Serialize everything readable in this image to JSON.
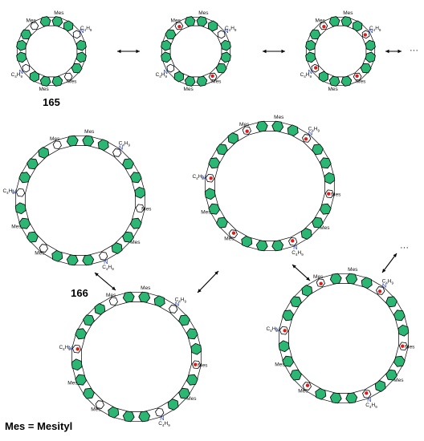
{
  "labels": {
    "mes": "Mes",
    "nitrogen": "N",
    "butyl": "C4H9",
    "ellipsis": "···",
    "compound_165": "165",
    "compound_166": "166",
    "legend": "Mes = Mesityl"
  },
  "colors": {
    "ring_fill": "#2bb673",
    "bond": "#000000",
    "nitrogen_text": "#1f3fbf",
    "radical_dot": "#e11919",
    "text": "#111111"
  },
  "structures": [
    {
      "name": "macrocycle-165-closed-shell",
      "units": 4,
      "radicals": 0
    },
    {
      "name": "macrocycle-165-diradical",
      "units": 4,
      "radicals": 2
    },
    {
      "name": "macrocycle-165-tetraradical",
      "units": 4,
      "radicals": 4
    },
    {
      "name": "macrocycle-166-closed-shell",
      "units": 6,
      "radicals": 0
    },
    {
      "name": "macrocycle-166-hexaradical",
      "units": 6,
      "radicals": 6
    },
    {
      "name": "macrocycle-166-diradical",
      "units": 6,
      "radicals": 2
    },
    {
      "name": "macrocycle-166-polyradical",
      "units": 6,
      "radicals": 6
    }
  ],
  "arrows": [
    {
      "name": "resonance-arrow-165-a",
      "type": "double-headed"
    },
    {
      "name": "resonance-arrow-165-b",
      "type": "double-headed"
    },
    {
      "name": "resonance-arrow-165-c",
      "type": "double-headed"
    },
    {
      "name": "resonance-arrow-166-a",
      "type": "double-headed"
    },
    {
      "name": "resonance-arrow-166-b",
      "type": "double-headed"
    },
    {
      "name": "resonance-arrow-166-c",
      "type": "double-headed"
    },
    {
      "name": "resonance-arrow-166-d",
      "type": "double-headed"
    }
  ]
}
